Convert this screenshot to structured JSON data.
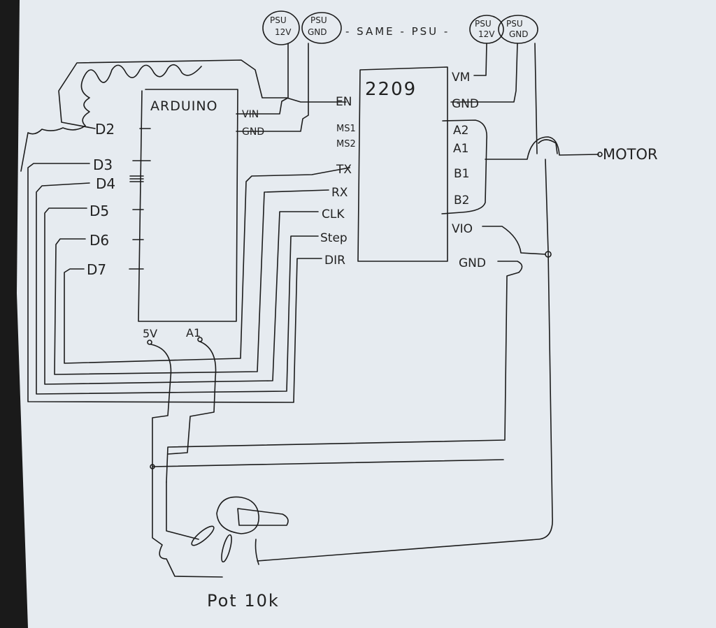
{
  "psu_labels": {
    "left_12v": [
      "PSU",
      "12V"
    ],
    "left_gnd": [
      "PSU",
      "GND"
    ],
    "same": "- SAME - PSU -",
    "right_12v": [
      "PSU",
      "12V"
    ],
    "right_gnd": [
      "PSU",
      "GND"
    ]
  },
  "arduino": {
    "title": "ARDUINO",
    "left_pins": [
      "D2",
      "D3",
      "D4",
      "D5",
      "D6",
      "D7"
    ],
    "right_pins": [
      "VIN",
      "GND"
    ],
    "bottom_pins": [
      "5V",
      "A1"
    ]
  },
  "driver": {
    "title": "2209",
    "left_pins": [
      "EN",
      "MS1",
      "MS2",
      "TX",
      "RX",
      "CLK",
      "Step",
      "DIR"
    ],
    "right_pins": [
      "VM",
      "GND",
      "A2",
      "A1",
      "B1",
      "B2",
      "VIO",
      "GND"
    ]
  },
  "motor_label": "MOTOR",
  "pot_label": "Pot 10k",
  "colors": {
    "paper": "#e6ebf0",
    "ink": "#1c1c1c",
    "background": "#1a1a1a"
  }
}
